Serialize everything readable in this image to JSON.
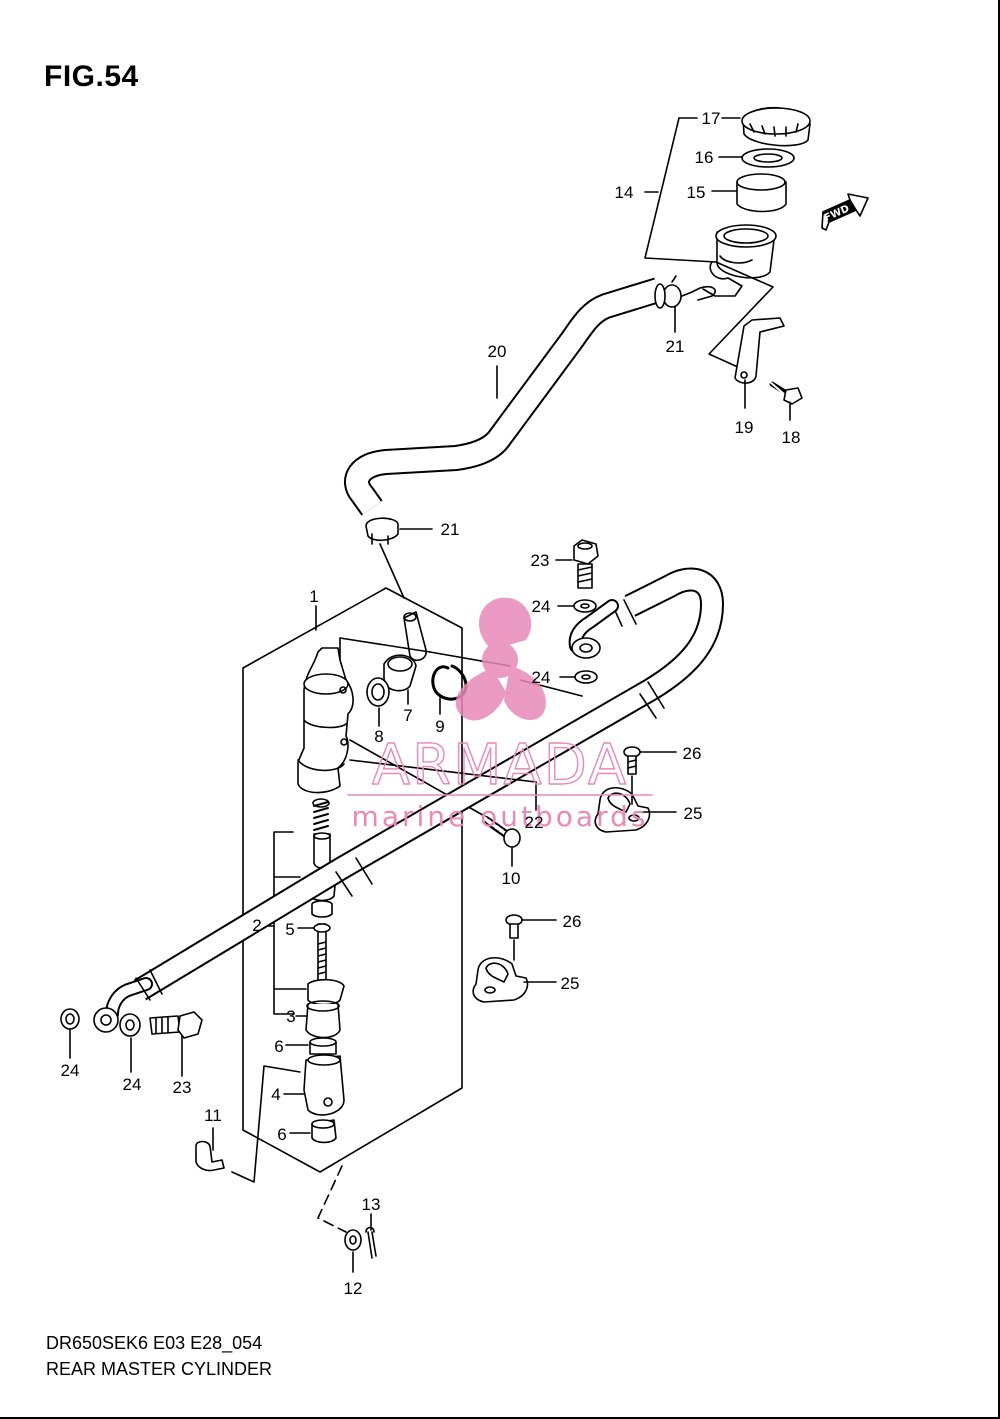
{
  "figure": {
    "title": "FIG.54",
    "code": "DR650SEK6 E03 E28_054",
    "subtitle": "REAR MASTER CYLINDER",
    "fwd_label": "FWD"
  },
  "watermark": {
    "name": "ARMADA",
    "tagline": "marine outboards",
    "color": "#e889b8"
  },
  "callouts": [
    {
      "id": "c17",
      "text": "17"
    },
    {
      "id": "c16",
      "text": "16"
    },
    {
      "id": "c15",
      "text": "15"
    },
    {
      "id": "c14",
      "text": "14"
    },
    {
      "id": "c20",
      "text": "20"
    },
    {
      "id": "c21a",
      "text": "21"
    },
    {
      "id": "c19",
      "text": "19"
    },
    {
      "id": "c18",
      "text": "18"
    },
    {
      "id": "c21b",
      "text": "21"
    },
    {
      "id": "c23a",
      "text": "23"
    },
    {
      "id": "c24a",
      "text": "24"
    },
    {
      "id": "c24b",
      "text": "24"
    },
    {
      "id": "c1",
      "text": "1"
    },
    {
      "id": "c7",
      "text": "7"
    },
    {
      "id": "c8",
      "text": "8"
    },
    {
      "id": "c9",
      "text": "9"
    },
    {
      "id": "c26a",
      "text": "26"
    },
    {
      "id": "c22",
      "text": "22"
    },
    {
      "id": "c25a",
      "text": "25"
    },
    {
      "id": "c10",
      "text": "10"
    },
    {
      "id": "c26b",
      "text": "26"
    },
    {
      "id": "c25b",
      "text": "25"
    },
    {
      "id": "c2",
      "text": "2"
    },
    {
      "id": "c5",
      "text": "5"
    },
    {
      "id": "c3",
      "text": "3"
    },
    {
      "id": "c6a",
      "text": "6"
    },
    {
      "id": "c4",
      "text": "4"
    },
    {
      "id": "c6b",
      "text": "6"
    },
    {
      "id": "c24c",
      "text": "24"
    },
    {
      "id": "c24d",
      "text": "24"
    },
    {
      "id": "c23b",
      "text": "23"
    },
    {
      "id": "c11",
      "text": "11"
    },
    {
      "id": "c13",
      "text": "13"
    },
    {
      "id": "c12",
      "text": "12"
    }
  ]
}
